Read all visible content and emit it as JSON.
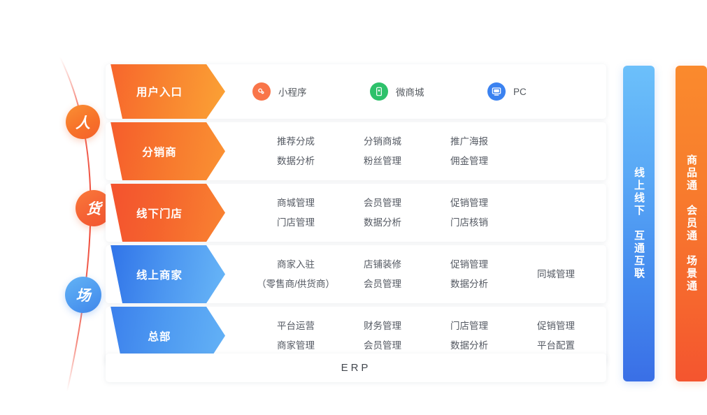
{
  "pillars": [
    {
      "label": "人",
      "color": "#f77229",
      "name": "pillar-people"
    },
    {
      "label": "货",
      "color": "#f56234",
      "name": "pillar-goods"
    },
    {
      "label": "场",
      "color": "#4f9bf0",
      "name": "pillar-place"
    }
  ],
  "rows": [
    {
      "arrow_label": "用户入口",
      "arrow_style": "orange",
      "type": "entries",
      "entries": [
        {
          "label": "小程序",
          "icon": "mini-program-icon",
          "color": "#f97549"
        },
        {
          "label": "微商城",
          "icon": "mobile-store-icon",
          "color": "#2ec16b"
        },
        {
          "label": "PC",
          "icon": "monitor-icon",
          "color": "#3b82f0"
        }
      ]
    },
    {
      "arrow_label": "分销商",
      "arrow_style": "orange",
      "type": "columns",
      "columns": [
        [
          "推荐分成",
          "数据分析"
        ],
        [
          "分销商城",
          "粉丝管理"
        ],
        [
          "推广海报",
          "佣金管理"
        ]
      ]
    },
    {
      "arrow_label": "线下门店",
      "arrow_style": "red-orange",
      "type": "columns",
      "columns": [
        [
          "商城管理",
          "门店管理"
        ],
        [
          "会员管理",
          "数据分析"
        ],
        [
          "促销管理",
          "门店核销"
        ]
      ]
    },
    {
      "arrow_label": "线上商家",
      "arrow_style": "blue",
      "type": "columns",
      "columns": [
        [
          "商家入驻",
          "（零售商/供货商）"
        ],
        [
          "店铺装修",
          "会员管理"
        ],
        [
          "促销管理",
          "数据分析"
        ],
        [
          "同城管理",
          ""
        ]
      ]
    },
    {
      "arrow_label": "总部",
      "arrow_style": "blue",
      "type": "columns",
      "columns": [
        [
          "平台运营",
          "商家管理"
        ],
        [
          "财务管理",
          "会员管理"
        ],
        [
          "门店管理",
          "数据分析"
        ],
        [
          "促销管理",
          "平台配置"
        ]
      ]
    }
  ],
  "erp": {
    "label": "ERP"
  },
  "vbars": [
    {
      "name": "online-offline-bar",
      "color": "#4389ee",
      "groups": [
        "线上线下",
        "互通互联"
      ]
    },
    {
      "name": "connectivity-bar",
      "color": "#f6682e",
      "groups": [
        "商品通",
        "会员通",
        "场景通"
      ]
    }
  ]
}
